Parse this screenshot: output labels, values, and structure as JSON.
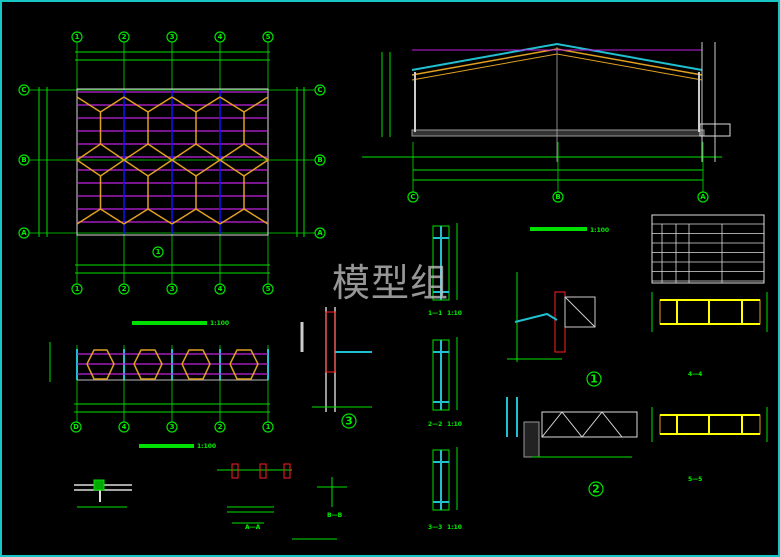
{
  "watermark": "模型组",
  "plan": {
    "column_axes": [
      "1",
      "2",
      "3",
      "4",
      "5"
    ],
    "row_axes": [
      "C",
      "B",
      "A"
    ],
    "scale": "1:100",
    "detail_callout": "1"
  },
  "plan2": {
    "column_axes": [
      "D",
      "4",
      "3",
      "2",
      "1"
    ],
    "scale": "1:100"
  },
  "elevation": {
    "axes": [
      "C",
      "B",
      "A"
    ]
  },
  "frame_detail": {
    "scale": "1:100",
    "detail_1": "1",
    "detail_2": "2",
    "detail_3": "3",
    "section_44": "4—4",
    "section_55": "5—5"
  },
  "sections": {
    "s11": "1—1",
    "s22": "2—2",
    "s33": "3—3",
    "scale": "1:10"
  },
  "bottom": {
    "aa": "A—A",
    "bb": "B—B"
  },
  "colors": {
    "green": "#00e000",
    "magenta": "#c020e0",
    "orange": "#e0a020",
    "blue": "#1010ff",
    "cyan": "#20c0d0",
    "red": "#ff2020"
  }
}
